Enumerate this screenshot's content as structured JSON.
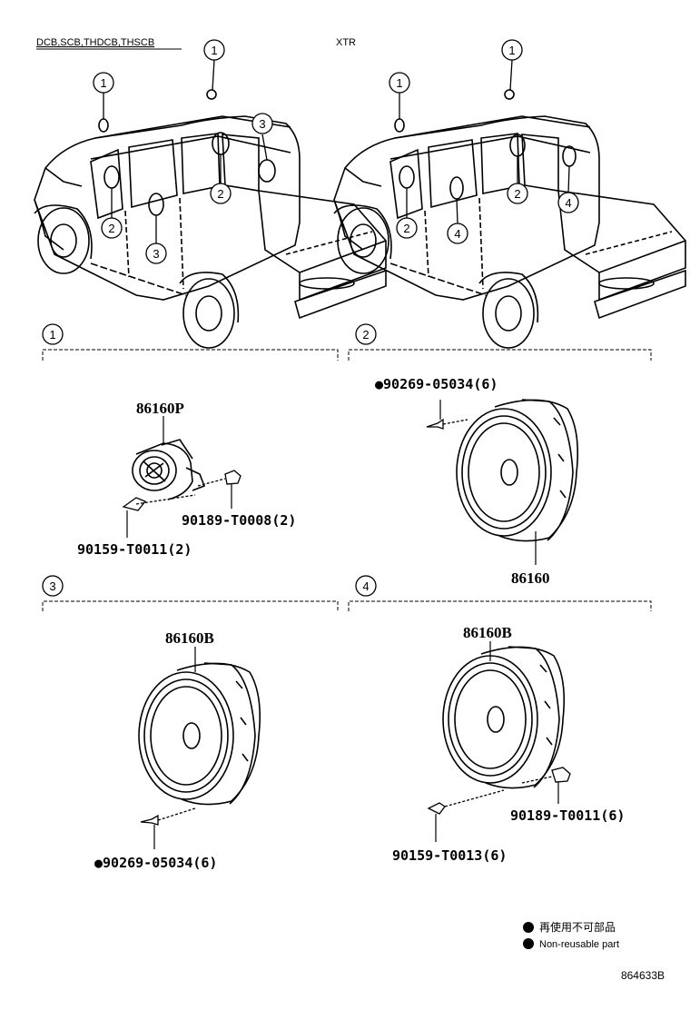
{
  "variants": {
    "left_label": "DCB,SCB,THDCB,THSCB",
    "right_label": "XTR"
  },
  "callouts": {
    "left_truck": [
      "1",
      "1",
      "3",
      "2",
      "2",
      "3"
    ],
    "right_truck": [
      "1",
      "1",
      "2",
      "4",
      "2",
      "4"
    ]
  },
  "sections": [
    {
      "number": "1"
    },
    {
      "number": "2"
    },
    {
      "number": "3"
    },
    {
      "number": "4"
    }
  ],
  "parts": {
    "s1_speaker": "86160P",
    "s1_nut": "90189-T0008(2)",
    "s1_screw": "90159-T0011(2)",
    "s2_rivet": "●90269-05034(6)",
    "s2_speaker": "86160",
    "s3_speaker": "86160B",
    "s3_rivet": "●90269-05034(6)",
    "s4_speaker": "86160B",
    "s4_nut": "90189-T0011(6)",
    "s4_screw": "90159-T0013(6)"
  },
  "legend": {
    "jp": "再使用不可部品",
    "en": "Non-reusable part",
    "bullet": "●"
  },
  "figure_id": "864633B"
}
